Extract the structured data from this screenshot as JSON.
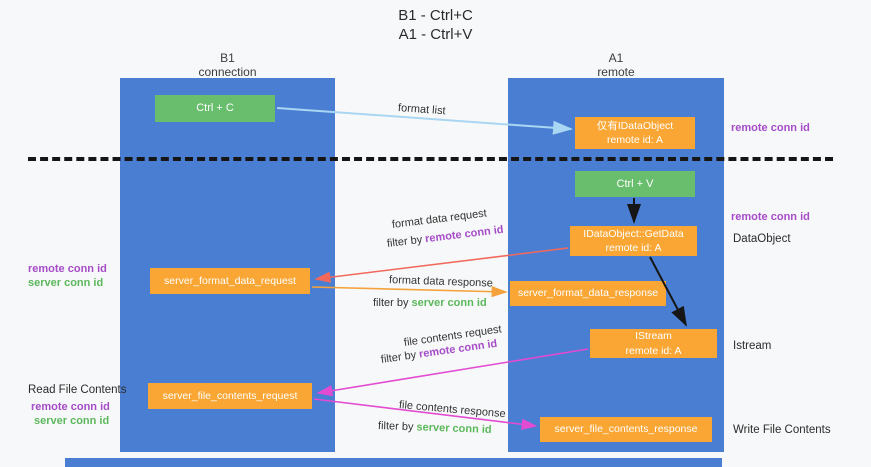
{
  "title": {
    "line1": "B1 - Ctrl+C",
    "line2": "A1 - Ctrl+V"
  },
  "lanes": {
    "left": {
      "name": "B1",
      "role": "connection"
    },
    "right": {
      "name": "A1",
      "role": "remote"
    }
  },
  "boxes": {
    "ctrl_c": {
      "label": "Ctrl + C"
    },
    "idataobject": {
      "line1": "仅有IDataObject",
      "line2": "remote id: A"
    },
    "ctrl_v": {
      "label": "Ctrl + V"
    },
    "getdata": {
      "line1": "IDataObject::GetData",
      "line2": "remote id: A"
    },
    "format_request": {
      "label": "server_format_data_request"
    },
    "format_response": {
      "label": "server_format_data_response"
    },
    "istream": {
      "line1": "IStream",
      "line2": "remote id: A"
    },
    "file_request": {
      "label": "server_file_contents_request"
    },
    "file_response": {
      "label": "server_file_contents_response"
    }
  },
  "flow_labels": {
    "format_list": "format list",
    "format_data_request": "format data request",
    "format_data_response": "format data response",
    "file_contents_request": "file contents request",
    "file_contents_response": "file contents response",
    "filter_by": "filter by",
    "remote_conn_id": "remote conn id",
    "server_conn_id": "server conn id"
  },
  "side_labels": {
    "remote_conn_id": "remote conn id",
    "server_conn_id": "server conn id",
    "dataobject": "DataObject",
    "istream": "Istream",
    "read_file_contents": "Read File Contents",
    "write_file_contents": "Write File Contents"
  },
  "colors": {
    "lane_blue": "#4A7ED3",
    "box_orange": "#FAA634",
    "box_green": "#69BE6E",
    "arrow_light_blue": "#A9D6F2",
    "arrow_red": "#F2695C",
    "arrow_orange": "#F6A23C",
    "arrow_magenta": "#E24BD2",
    "conn_id_purple": "#A64CC9",
    "conn_id_green": "#5CB85C"
  }
}
